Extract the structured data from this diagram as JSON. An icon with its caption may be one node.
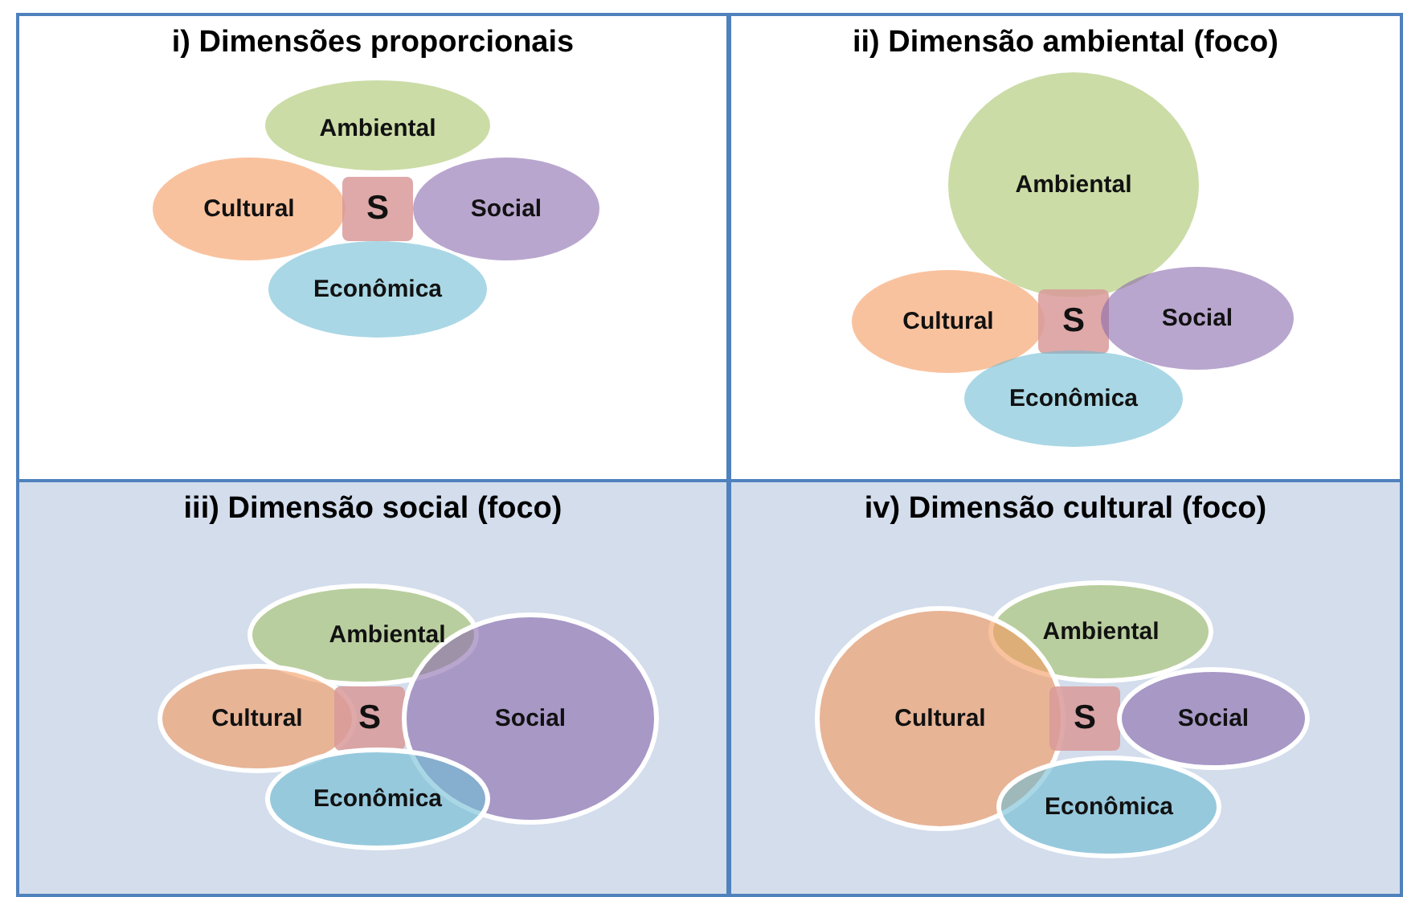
{
  "diagram": {
    "nodes": [
      {
        "text": [
          "i) Dimensões proporcionais"
        ]
      },
      {
        "text": [
          "Ambiental"
        ],
        "in": 0
      },
      {
        "text": [
          "Cultural"
        ],
        "in": 0
      },
      {
        "text": [
          "S"
        ],
        "in": 0
      },
      {
        "text": [
          "Social"
        ],
        "in": 0
      },
      {
        "text": [
          "Econômica"
        ],
        "in": 0
      },
      {
        "text": [
          "ii) Dimensão ambiental (foco)"
        ]
      },
      {
        "text": [
          "Ambiental"
        ],
        "in": 6
      },
      {
        "text": [
          "Cultural"
        ],
        "in": 6
      },
      {
        "text": [
          "S"
        ],
        "in": 6
      },
      {
        "text": [
          "Social"
        ],
        "in": 6
      },
      {
        "text": [
          "Econômica"
        ],
        "in": 6
      },
      {
        "text": [
          "iii) Dimensão social (foco)"
        ]
      },
      {
        "text": [
          "Ambiental"
        ],
        "in": 12
      },
      {
        "text": [
          "Cultural"
        ],
        "in": 12
      },
      {
        "text": [
          "S"
        ],
        "in": 12
      },
      {
        "text": [
          "Social"
        ],
        "in": 12
      },
      {
        "text": [
          "Econômica"
        ],
        "in": 12
      },
      {
        "text": [
          "iv) Dimensão cultural (foco)"
        ]
      },
      {
        "text": [
          "Ambiental"
        ],
        "in": 18
      },
      {
        "text": [
          "Cultural"
        ],
        "in": 18
      },
      {
        "text": [
          "S"
        ],
        "in": 18
      },
      {
        "text": [
          "Social"
        ],
        "in": 18
      },
      {
        "text": [
          "Econômica"
        ],
        "in": 18
      }
    ]
  }
}
